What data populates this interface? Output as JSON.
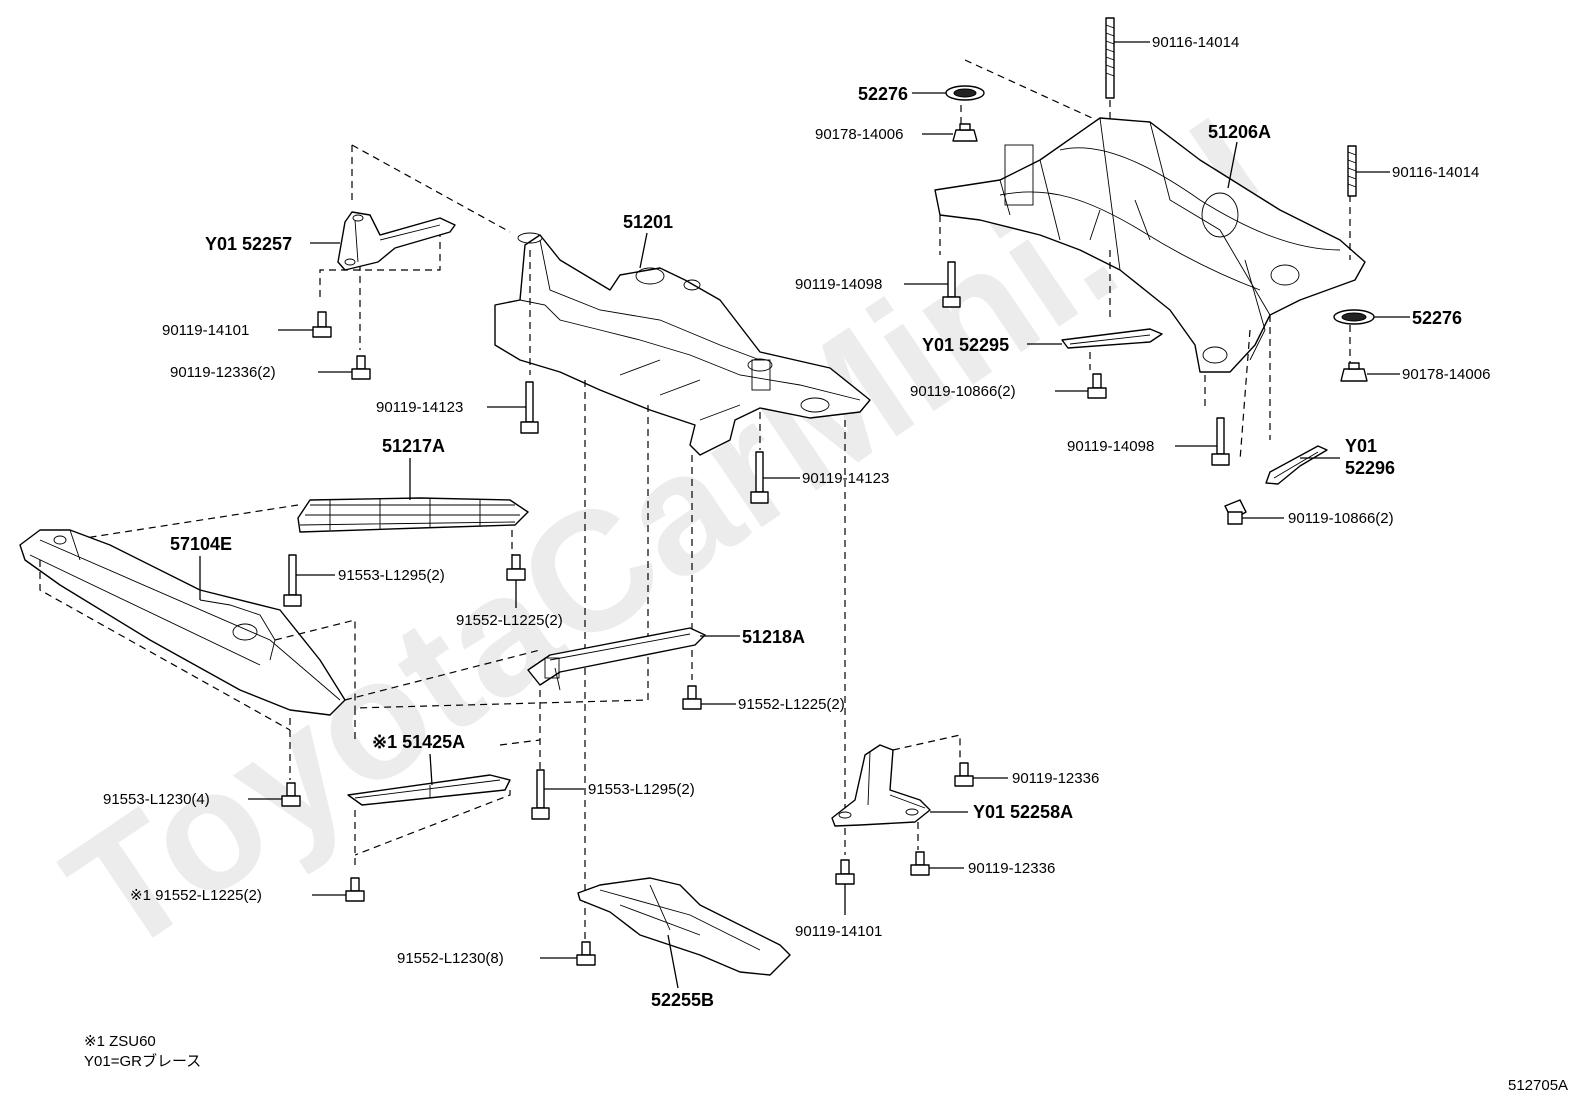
{
  "watermark": "ToyotaCarMini.ru",
  "diagram_id": "512705A",
  "notes": {
    "line1": "※1 ZSU60",
    "line2": "Y01=GRブレース"
  },
  "parts": {
    "p51201": "51201",
    "p51206a": "51206A",
    "p51217a": "51217A",
    "p57104e": "57104E",
    "p51218a": "51218A",
    "p51425a": "※1 51425A",
    "p52255b": "52255B",
    "p52257": "Y01 52257",
    "p52258a": "Y01 52258A",
    "p52295": "Y01 52295",
    "p52296_a": "Y01",
    "p52296_b": "52296",
    "p52276_top": "52276",
    "p52276_right": "52276"
  },
  "bolts": {
    "b90116_top": "90116-14014",
    "b90116_right": "90116-14014",
    "b90178_top": "90178-14006",
    "b90178_right": "90178-14006",
    "b90119_14098_a": "90119-14098",
    "b90119_14098_b": "90119-14098",
    "b90119_10866_a": "90119-10866(2)",
    "b90119_10866_b": "90119-10866(2)",
    "b90119_14101_a": "90119-14101",
    "b90119_14101_b": "90119-14101",
    "b90119_12336_2": "90119-12336(2)",
    "b90119_12336_a": "90119-12336",
    "b90119_12336_b": "90119-12336",
    "b90119_14123_a": "90119-14123",
    "b90119_14123_b": "90119-14123",
    "b91553_l1295_a": "91553-L1295(2)",
    "b91553_l1295_b": "91553-L1295(2)",
    "b91552_l1225_a": "91552-L1225(2)",
    "b91552_l1225_b": "91552-L1225(2)",
    "b91552_l1225_c": "※1 91552-L1225(2)",
    "b91553_l1230": "91553-L1230(4)",
    "b91552_l1230": "91552-L1230(8)"
  }
}
